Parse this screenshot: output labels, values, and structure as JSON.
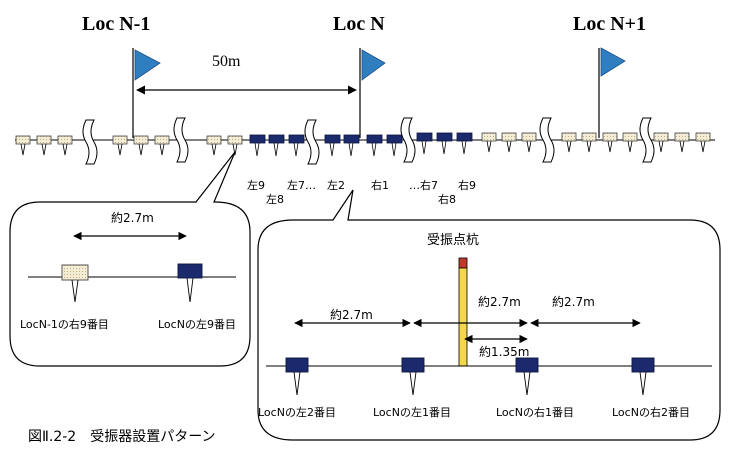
{
  "diagram": {
    "loc_labels": [
      "Loc N-1",
      "Loc N",
      "Loc N+1"
    ],
    "distance_top": "50m",
    "receiver_labels": {
      "left9": "左9",
      "left8": "左8",
      "left7": "左7…",
      "left2": "左2",
      "right1": "右1",
      "right7": "…右7",
      "right9": "右9",
      "right8": "右8"
    },
    "left_callout": {
      "distance": "約2.7m",
      "label_a": "LocN-1の右9番目",
      "label_b": "LocNの左9番目"
    },
    "right_callout": {
      "title": "受振点杭",
      "distance_1": "約2.7m",
      "distance_2": "約2.7m",
      "distance_3": "約2.7m",
      "distance_half": "約1.35m",
      "labels": [
        "LocNの左2番目",
        "LocNの左1番目",
        "LocNの右1番目",
        "LocNの右2番目"
      ]
    },
    "caption": "図Ⅱ.2-2　受振器設置パターン",
    "colors": {
      "flag": "#2f7fc0",
      "receiver_dark": "#1a2a6c",
      "receiver_light": "#f3ecd6",
      "stake": "#f2d84a",
      "stake_top": "#c0392b"
    }
  }
}
